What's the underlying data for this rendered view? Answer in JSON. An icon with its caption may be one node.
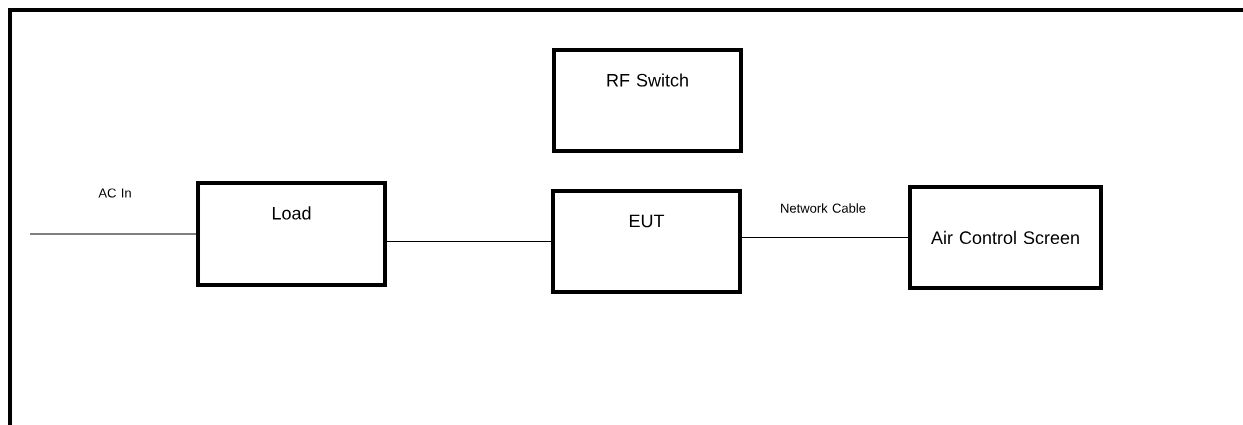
{
  "diagram": {
    "nodes": [
      {
        "text": [
          "RF Switch"
        ]
      },
      {
        "text": [
          "Load"
        ]
      },
      {
        "text": [
          "EUT"
        ]
      },
      {
        "text": [
          "Air Control Screen"
        ]
      }
    ],
    "edges": [
      {
        "from": null,
        "to": 1,
        "arrow": "none",
        "label": "AC In"
      },
      {
        "from": 1,
        "to": 2,
        "arrow": "none"
      },
      {
        "from": 2,
        "to": 3,
        "arrow": "none",
        "label": "Network Cable"
      }
    ]
  }
}
